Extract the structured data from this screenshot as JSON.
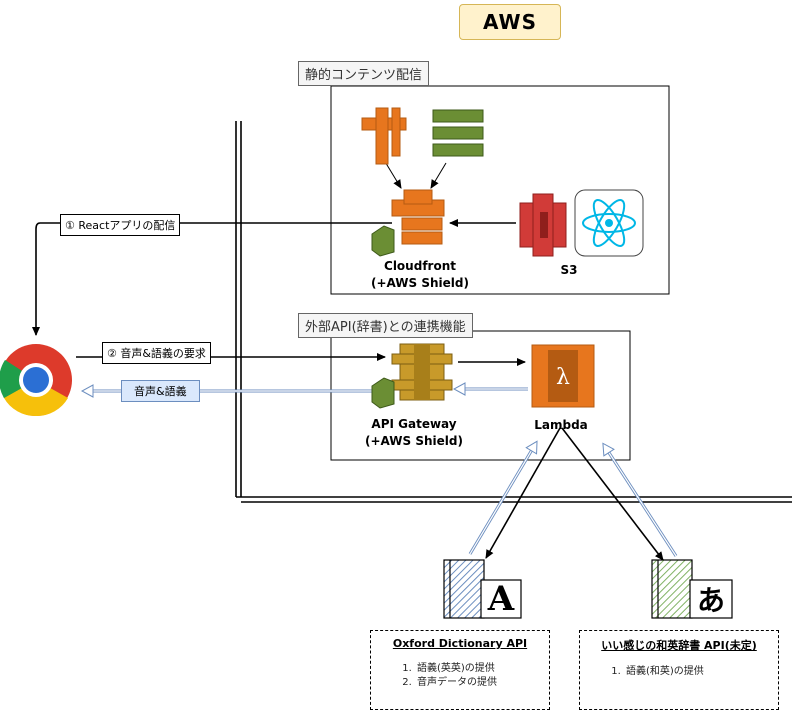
{
  "title": "AWS",
  "groups": {
    "static": {
      "label": "静的コンテンツ配信"
    },
    "external": {
      "label": "外部API(辞書)との連携機能"
    }
  },
  "services": {
    "cloudfront": {
      "line1": "Cloudfront",
      "line2": "(+AWS Shield)"
    },
    "s3": {
      "label": "S3"
    },
    "api_gateway": {
      "line1": "API Gateway",
      "line2": "(+AWS Shield)"
    },
    "lambda": {
      "label": "Lambda"
    }
  },
  "edges": {
    "react_delivery": "① Reactアプリの配信",
    "request": "② 音声&語義の要求",
    "response": "音声&語義"
  },
  "dictionaries": {
    "oxford": {
      "letter": "A",
      "title": "Oxford Dictionary API",
      "items": [
        "語義(英英)の提供",
        "音声データの提供"
      ]
    },
    "japanese": {
      "letter": "あ",
      "title": "いい感じの和英辞書 API(未定)",
      "items": [
        "語義(和英)の提供"
      ]
    }
  },
  "icons": {
    "browser": "chrome-icon",
    "react": "react-icon"
  },
  "colors": {
    "aws_orange": "#e7761e",
    "s3_red": "#d13b38",
    "api_gold": "#c89a2a",
    "shield_green": "#6b8e34",
    "react_blue": "#00b7e6",
    "title_fill": "#fff2cc",
    "response_fill": "#dae8fc",
    "oxford_blue": "#6c8ebf",
    "jp_green": "#82b366"
  }
}
